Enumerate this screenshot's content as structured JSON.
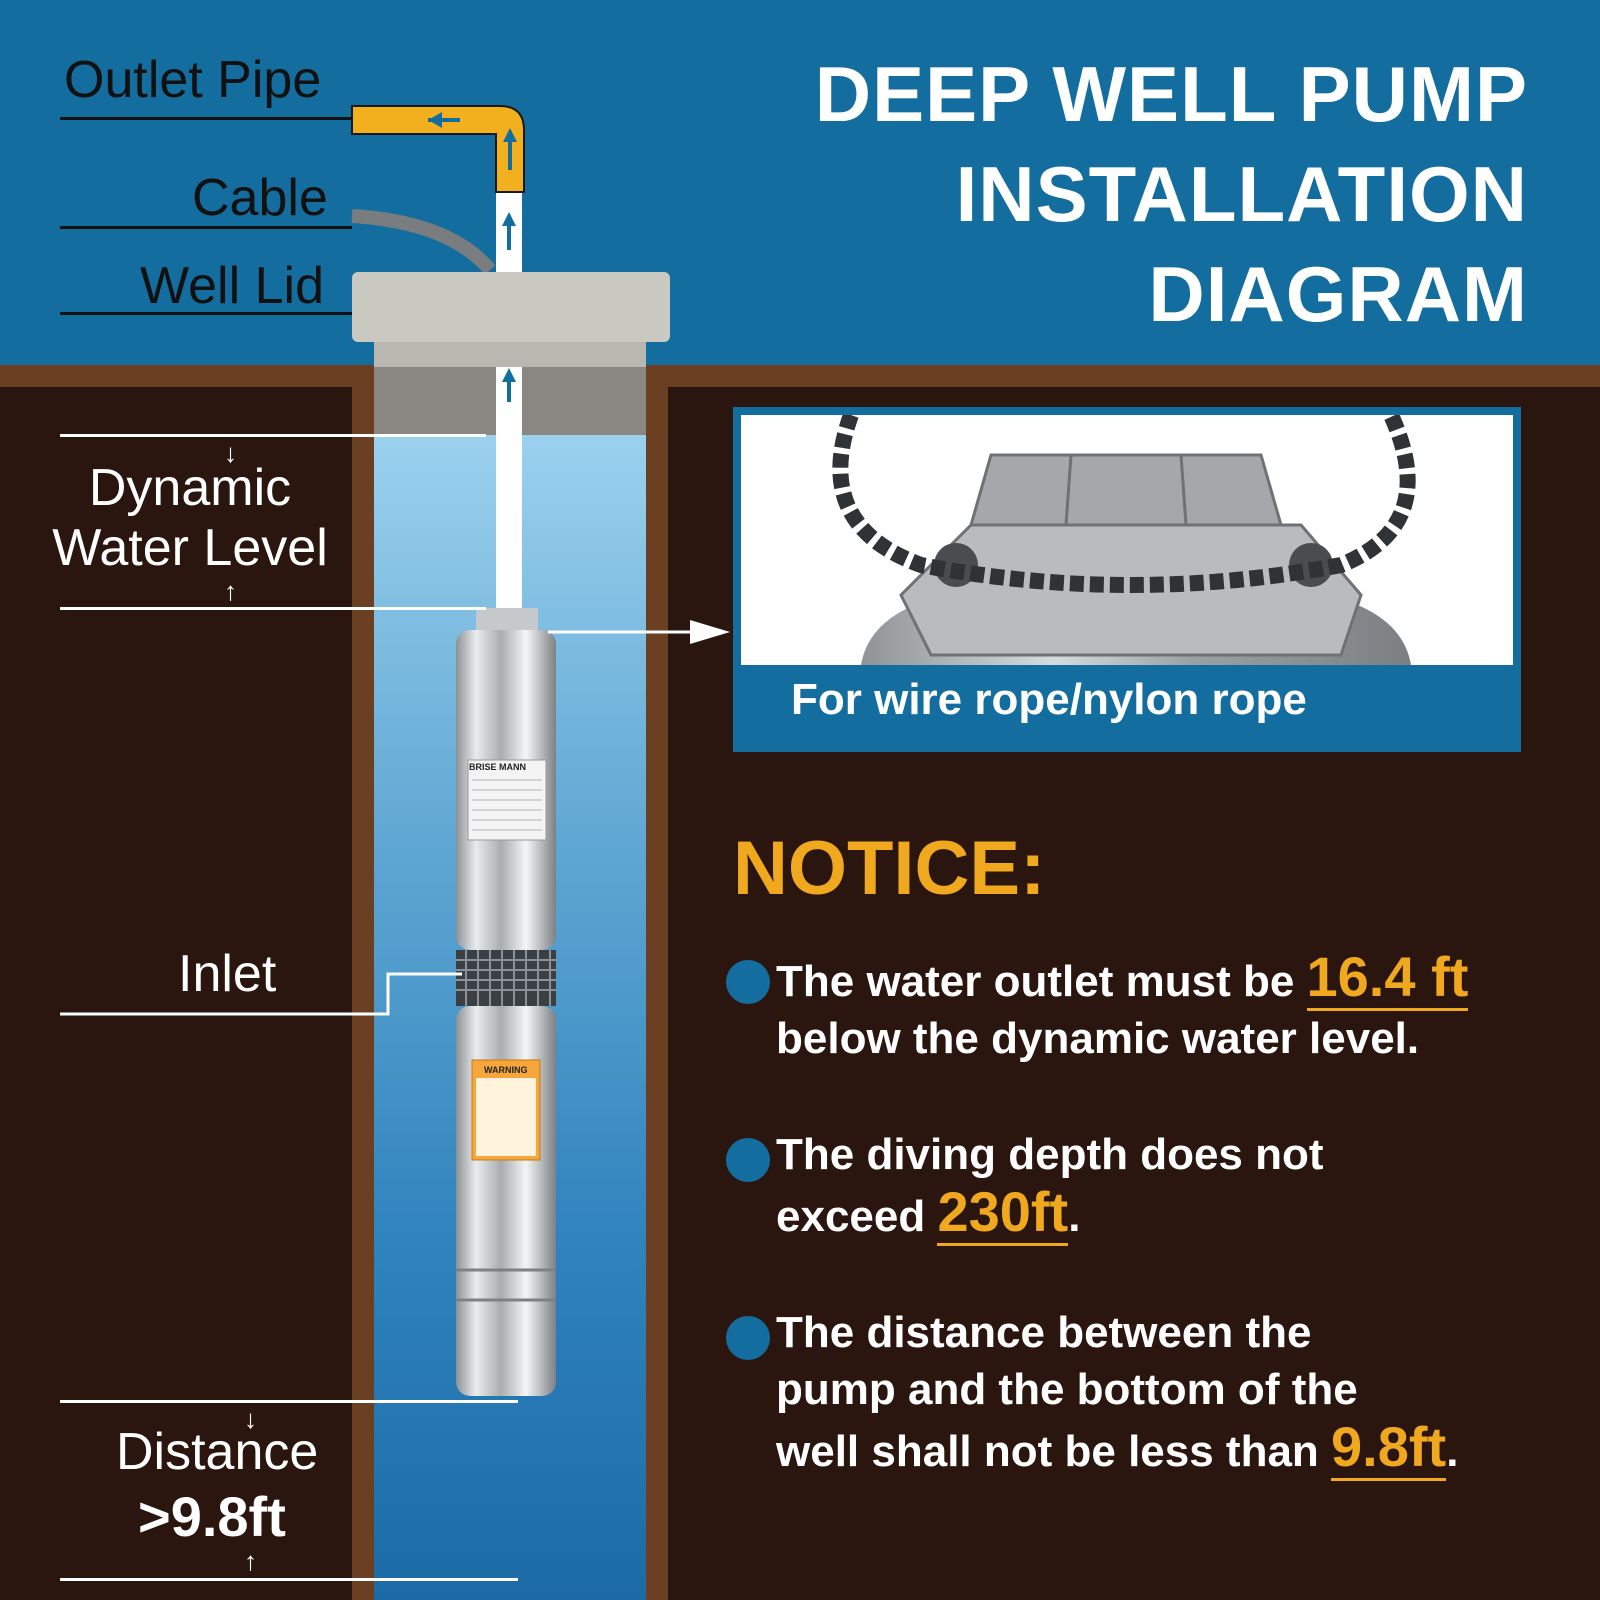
{
  "title": {
    "line1": "DEEP WELL PUMP",
    "line2": "INSTALLATION",
    "line3": "DIAGRAM"
  },
  "labels": {
    "outlet_pipe": "Outlet Pipe",
    "cable": "Cable",
    "well_lid": "Well Lid",
    "dynamic_1": "Dynamic",
    "dynamic_2": "Water Level",
    "inlet": "Inlet",
    "distance": "Distance",
    "distance_value": ">9.8ft"
  },
  "inset": {
    "caption": "For wire rope/nylon rope"
  },
  "notice": {
    "heading": "NOTICE:",
    "items": [
      {
        "pre": "The water outlet must be ",
        "value": "16.4 ft",
        "line2": "below the dynamic water level."
      },
      {
        "line1": "The diving depth does not",
        "pre": "exceed ",
        "value": "230ft",
        "post": "."
      },
      {
        "line1": "The distance between the",
        "line2": "pump and the bottom of the",
        "pre": "well shall not be less than ",
        "value": "9.8ft",
        "post": "."
      }
    ]
  },
  "pump": {
    "brand": "BRISE MANN",
    "warning": "WARNING"
  },
  "colors": {
    "sky": "#146d9f",
    "ground": "#2a160f",
    "accent": "#f0a91f",
    "pipe": "#f2b01e"
  }
}
